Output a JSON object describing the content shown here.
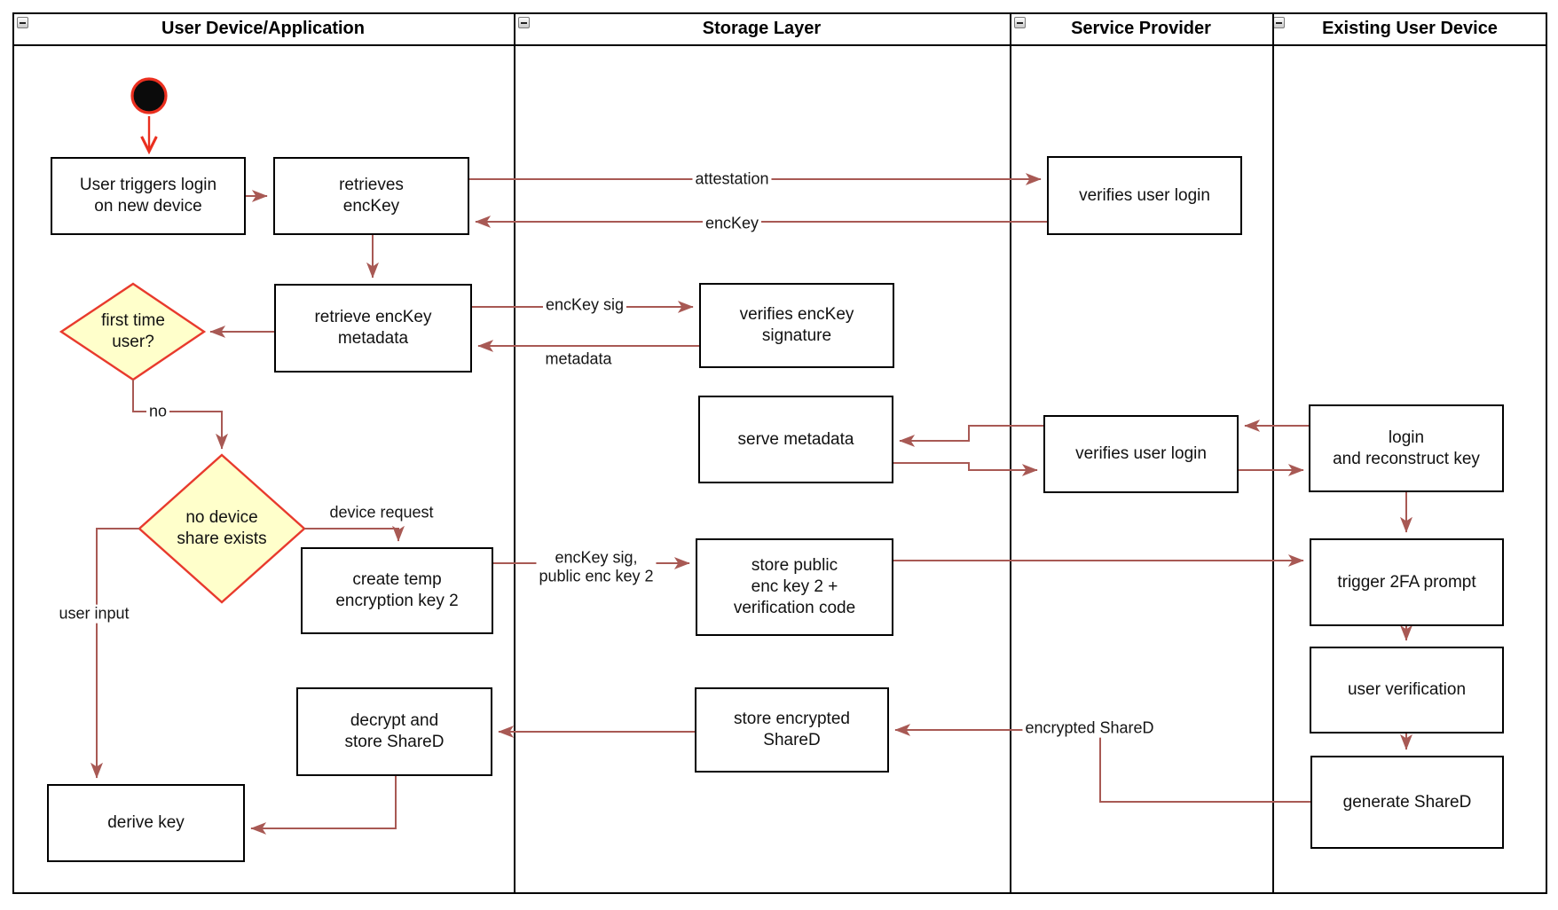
{
  "colors": {
    "arrow": "#a85954",
    "start_arrow": "#ea2f1f",
    "decision_fill": "#ffffcb",
    "decision_border": "#e83a2d",
    "node_border": "#000000",
    "lane_border": "#000000"
  },
  "lanes": [
    {
      "title": "User Device/Application"
    },
    {
      "title": "Storage Layer"
    },
    {
      "title": "Service Provider"
    },
    {
      "title": "Existing User Device"
    }
  ],
  "nodes": {
    "user_triggers": {
      "label": "User triggers login\non new device"
    },
    "retrieves_enckey": {
      "label": "retrieves\nencKey"
    },
    "verifies_user_login_top": {
      "label": "verifies user login"
    },
    "retrieve_enckey_metadata": {
      "label": "retrieve encKey\nmetadata"
    },
    "first_time_user": {
      "label": "first time\nuser?"
    },
    "verifies_enckey_signature": {
      "label": "verifies encKey\nsignature"
    },
    "serve_metadata": {
      "label": "serve metadata"
    },
    "verifies_user_login_mid": {
      "label": "verifies user login"
    },
    "login_reconstruct": {
      "label": "login\nand reconstruct key"
    },
    "no_device_share": {
      "label": "no device\nshare exists"
    },
    "create_temp_key2": {
      "label": "create temp\nencryption key 2"
    },
    "store_public_key2": {
      "label": "store public\nenc key 2 +\nverification code"
    },
    "trigger_2fa": {
      "label": "trigger 2FA prompt"
    },
    "user_verification": {
      "label": "user verification"
    },
    "decrypt_store_shared": {
      "label": "decrypt and\nstore ShareD"
    },
    "store_encrypted_shared": {
      "label": "store encrypted\nShareD"
    },
    "generate_shared": {
      "label": "generate ShareD"
    },
    "derive_key": {
      "label": "derive key"
    }
  },
  "edge_labels": {
    "attestation": "attestation",
    "enckey": "encKey",
    "enckey_sig": "encKey sig",
    "metadata": "metadata",
    "no": "no",
    "device_request": "device request",
    "user_input": "user input",
    "enckey_sig_public": "encKey sig,\npublic enc key 2",
    "encrypted_shared": "encrypted ShareD"
  }
}
